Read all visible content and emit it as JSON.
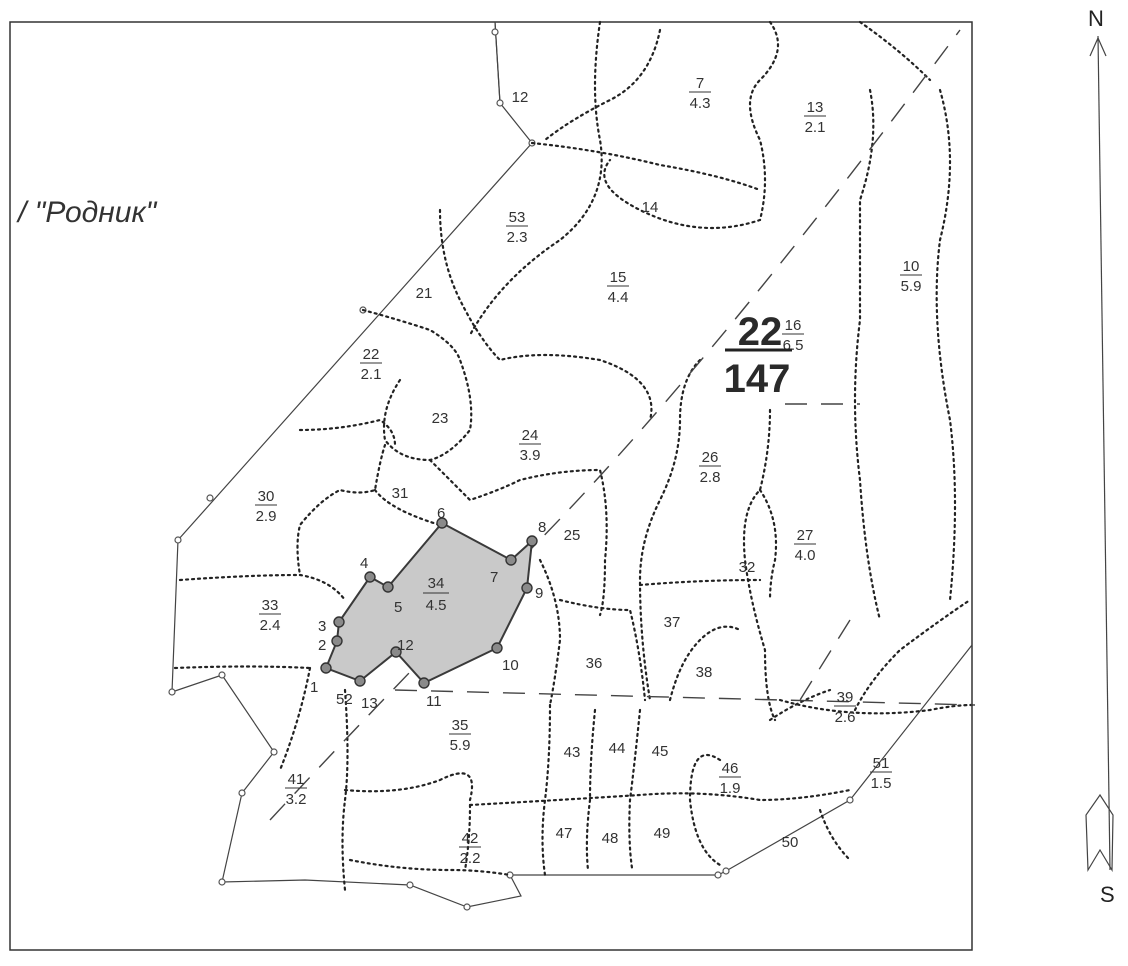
{
  "map": {
    "place_name": "/ \"Родник\"",
    "block": {
      "number": "22",
      "area": "147"
    },
    "compass": {
      "north": "N",
      "south": "S"
    },
    "selected_parcel": {
      "number": "34",
      "area": "4.5"
    },
    "parcels": [
      {
        "num": "7",
        "area": "4.3"
      },
      {
        "num": "12"
      },
      {
        "num": "13",
        "area": "2.1"
      },
      {
        "num": "53",
        "area": "2.3"
      },
      {
        "num": "14"
      },
      {
        "num": "15",
        "area": "4.4"
      },
      {
        "num": "10",
        "area": "5.9"
      },
      {
        "num": "21"
      },
      {
        "num": "16",
        "area": "6.5"
      },
      {
        "num": "22",
        "area": "2.1"
      },
      {
        "num": "23"
      },
      {
        "num": "24",
        "area": "3.9"
      },
      {
        "num": "26",
        "area": "2.8"
      },
      {
        "num": "30",
        "area": "2.9"
      },
      {
        "num": "31"
      },
      {
        "num": "25"
      },
      {
        "num": "27",
        "area": "4.0"
      },
      {
        "num": "32"
      },
      {
        "num": "33",
        "area": "2.4"
      },
      {
        "num": "37"
      },
      {
        "num": "36"
      },
      {
        "num": "38"
      },
      {
        "num": "39",
        "area": "2.6"
      },
      {
        "num": "35",
        "area": "5.9"
      },
      {
        "num": "43"
      },
      {
        "num": "44"
      },
      {
        "num": "45"
      },
      {
        "num": "46",
        "area": "1.9"
      },
      {
        "num": "51",
        "area": "1.5"
      },
      {
        "num": "41",
        "area": "3.2"
      },
      {
        "num": "47"
      },
      {
        "num": "48"
      },
      {
        "num": "49"
      },
      {
        "num": "50"
      },
      {
        "num": "42",
        "area": "2.2"
      }
    ],
    "boundary_points": [
      "1",
      "2",
      "3",
      "4",
      "5",
      "6",
      "7",
      "8",
      "9",
      "10",
      "11",
      "12",
      "13",
      "52"
    ]
  }
}
